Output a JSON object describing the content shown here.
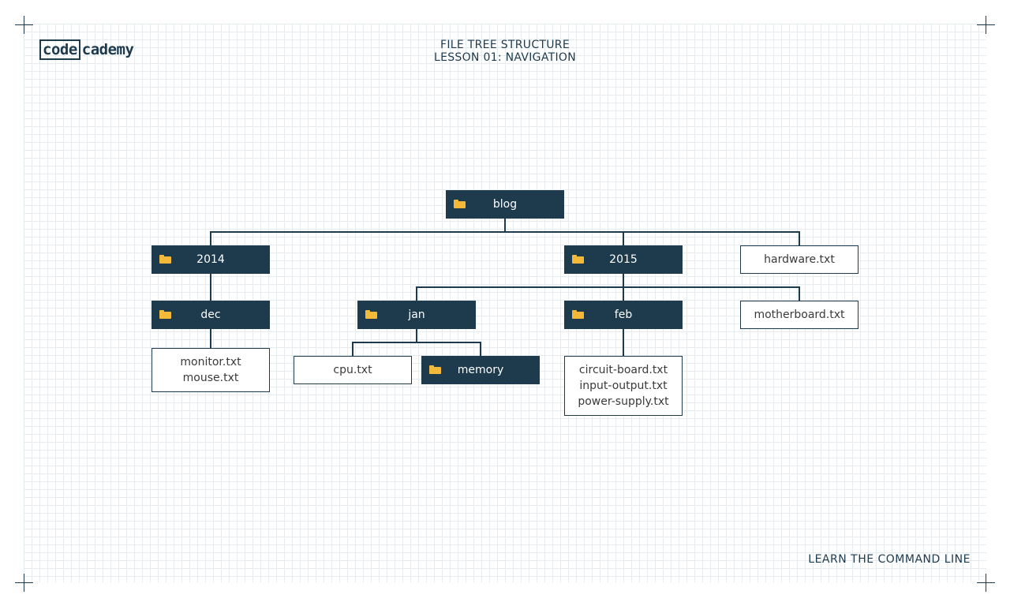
{
  "logo": {
    "boxed": "code",
    "rest": "cademy"
  },
  "header": {
    "line1": "FILE TREE STRUCTURE",
    "line2": "LESSON 01: NAVIGATION"
  },
  "footer": "LEARN THE COMMAND LINE",
  "tree": {
    "blog": "blog",
    "y2014": "2014",
    "y2015": "2015",
    "hardware": "hardware.txt",
    "dec": "dec",
    "jan": "jan",
    "feb": "feb",
    "motherboard": "motherboard.txt",
    "dec_files": [
      "monitor.txt",
      "mouse.txt"
    ],
    "cpu": "cpu.txt",
    "memory": "memory",
    "feb_files": [
      "circuit-board.txt",
      "input-output.txt",
      "power-supply.txt"
    ]
  },
  "colors": {
    "folder": "#1e3a4d",
    "folder_icon": "#f5b93a",
    "grid": "#e6ebee"
  }
}
